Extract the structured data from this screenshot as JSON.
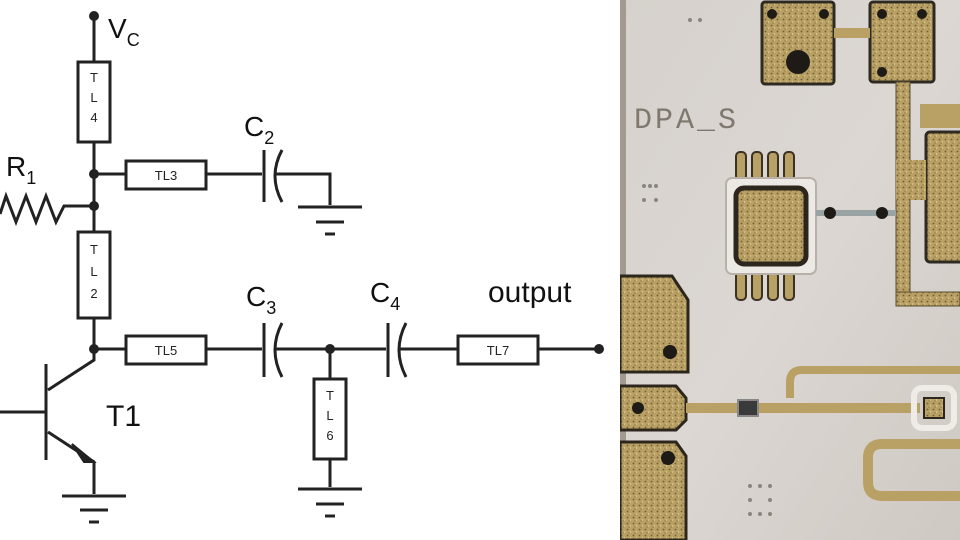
{
  "schematic": {
    "labels": {
      "vc_main": "V",
      "vc_sub": "C",
      "r1_main": "R",
      "r1_sub": "1",
      "c2_main": "C",
      "c2_sub": "2",
      "c3_main": "C",
      "c3_sub": "3",
      "c4_main": "C",
      "c4_sub": "4",
      "t1": "T1",
      "output": "output"
    },
    "lines": {
      "tl3": "TL3",
      "tl5": "TL5",
      "tl7": "TL7",
      "tl4": [
        "T",
        "L",
        "4"
      ],
      "tl2": [
        "T",
        "L",
        "2"
      ],
      "tl6": [
        "T",
        "L",
        "6"
      ]
    }
  },
  "chip": {
    "label": "DPA_S",
    "colors": {
      "substrate": "#d9d4d0",
      "metal": "#b9a064",
      "metal_dark": "#8c7440",
      "via": "#1e1b16"
    }
  }
}
